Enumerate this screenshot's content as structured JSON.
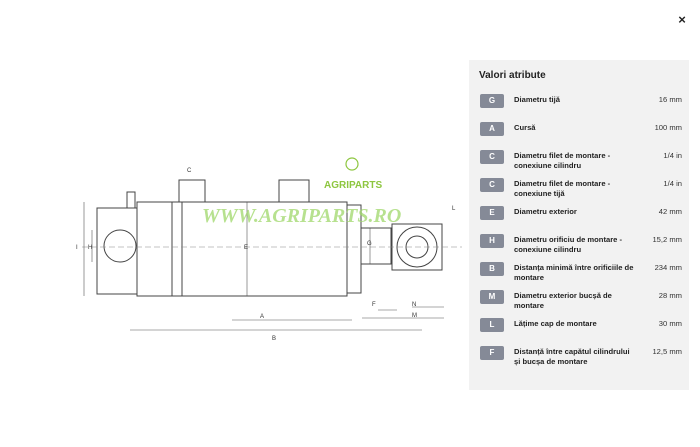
{
  "modal": {
    "close_label": "×"
  },
  "drawing": {
    "logo_text": "AGRIPARTS",
    "watermark": "WWW.AGRIPARTS.RO",
    "dim_labels": {
      "c": "C",
      "l": "L",
      "i": "I",
      "h": "H",
      "e": "E",
      "g": "G",
      "a": "A",
      "b": "B",
      "f": "F",
      "n": "N",
      "m": "M"
    }
  },
  "panel": {
    "title": "Valori atribute",
    "rows": [
      {
        "code": "G",
        "label": "Diametru tijă",
        "value": "16 mm"
      },
      {
        "code": "A",
        "label": "Cursă",
        "value": "100 mm"
      },
      {
        "code": "C",
        "label": "Diametru filet de montare - conexiune cilindru",
        "value": "1/4 in"
      },
      {
        "code": "C",
        "label": "Diametru filet de montare - conexiune tijă",
        "value": "1/4 in"
      },
      {
        "code": "E",
        "label": "Diametru exterior",
        "value": "42 mm"
      },
      {
        "code": "H",
        "label": "Diametru orificiu de montare - conexiune cilindru",
        "value": "15,2 mm"
      },
      {
        "code": "B",
        "label": "Distanța minimă între orificiile de montare",
        "value": "234 mm"
      },
      {
        "code": "M",
        "label": "Diametru exterior bucșă de montare",
        "value": "28 mm"
      },
      {
        "code": "L",
        "label": "Lățime cap de montare",
        "value": "30 mm"
      },
      {
        "code": "F",
        "label": "Distanță între capătul cilindrului și bucșa de montare",
        "value": "12,5 mm"
      }
    ]
  }
}
